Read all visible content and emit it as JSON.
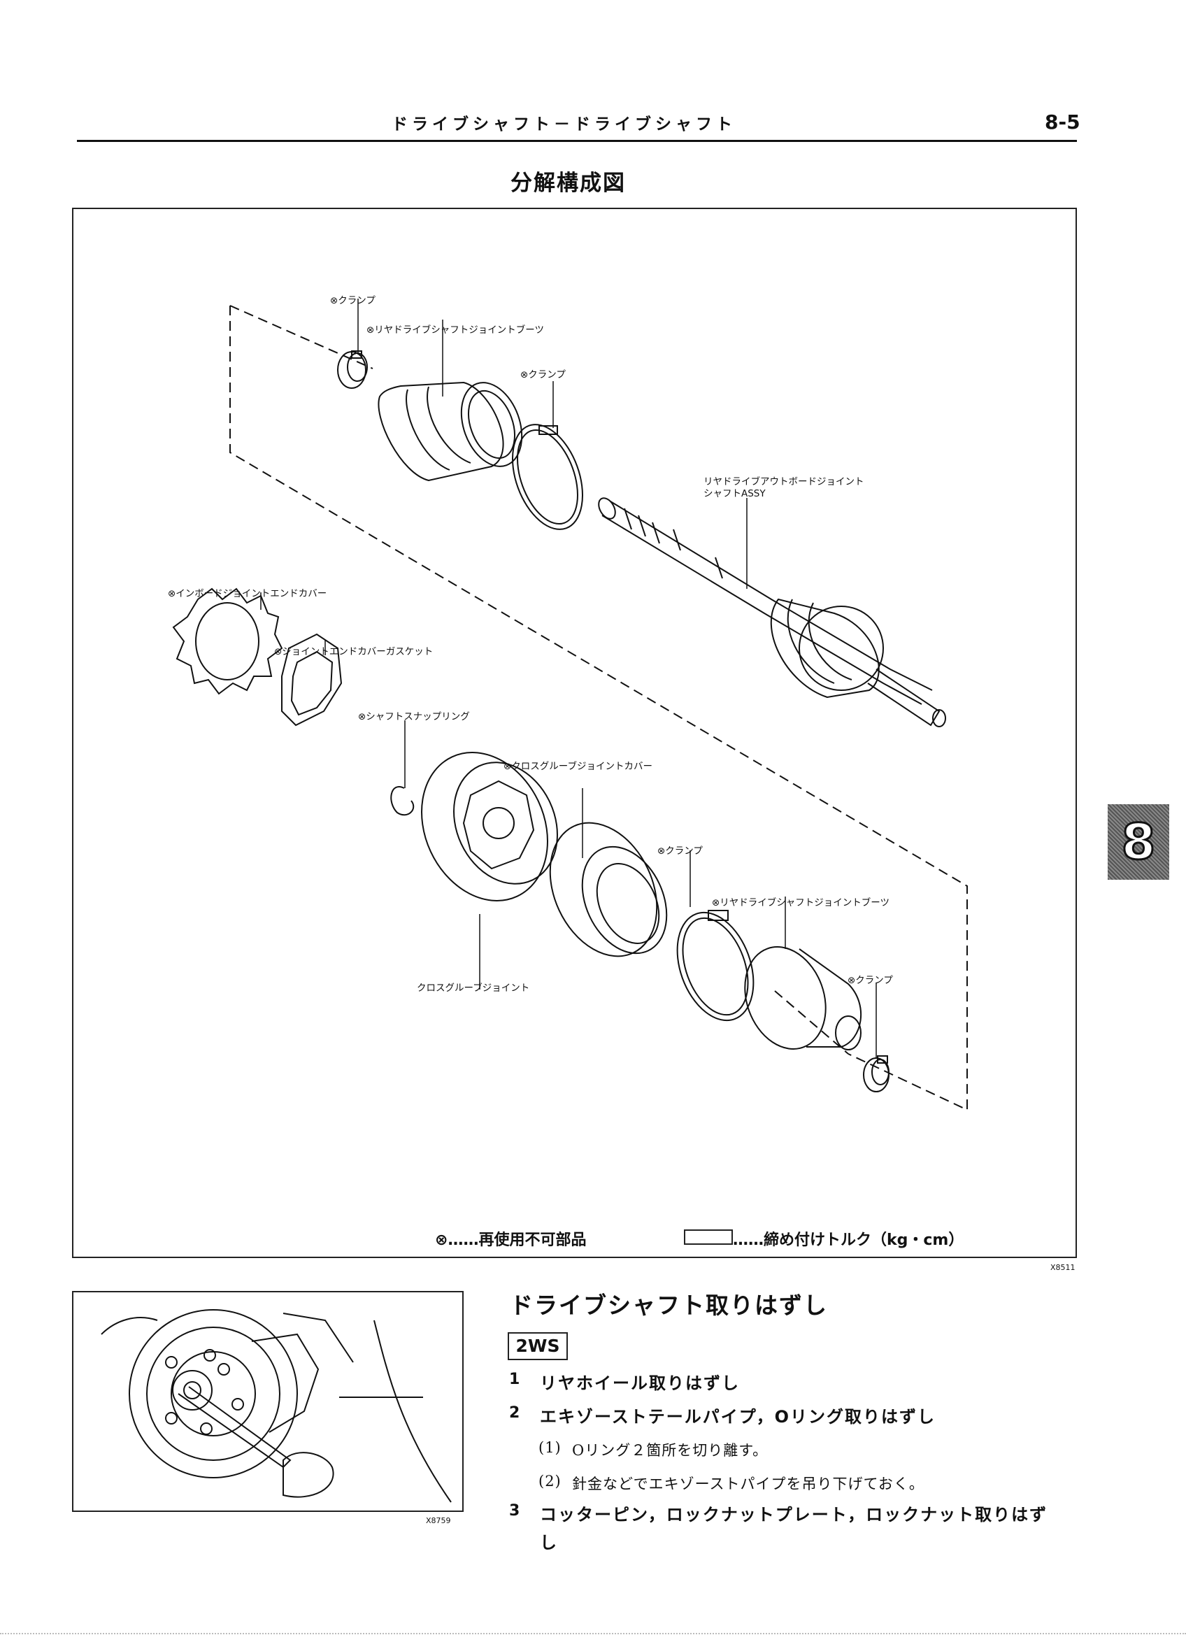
{
  "header": {
    "title": "ドライブシャフト－ドライブシャフト",
    "page": "8-5"
  },
  "section_title": "分解構成図",
  "diagram": {
    "callouts": [
      "⊗クランプ",
      "⊗リヤドライブシャフトジョイントブーツ",
      "⊗クランプ",
      "リヤドライブアウトボードジョイント",
      "シャフトASSY",
      "⊗インボードジョイントエンドカバー",
      "⊗ジョイントエンドカバーガスケット",
      "⊗シャフトスナップリング",
      "⊗クロスグルーブジョイントカバー",
      "⊗クランプ",
      "⊗リヤドライブシャフトジョイントブーツ",
      "クロスグルーブジョイント",
      "⊗クランプ"
    ],
    "legend": {
      "symbol": "⊗",
      "reuse_text": "……再使用不可部品",
      "torque_text": "……締め付けトルク（kg・cm）"
    },
    "figure_ref": "X8511"
  },
  "chapter_tab": "8",
  "photo": {
    "figure_ref": "X8759"
  },
  "procedure": {
    "title": "ドライブシャフト取りはずし",
    "badge": "2WS",
    "steps": [
      {
        "num": "1",
        "text": "リヤホイール取りはずし"
      },
      {
        "num": "2",
        "text": "エキゾーストテールパイプ，Oリング取りはずし"
      },
      {
        "num": "3",
        "text": "コッターピン，ロックナットプレート，ロックナット取りはず"
      }
    ],
    "step3_cont": "し",
    "substeps": [
      {
        "num": "(1)",
        "text": "Oリング２箇所を切り離す。"
      },
      {
        "num": "(2)",
        "text": "針金などでエキゾーストパイプを吊り下げておく。"
      }
    ]
  }
}
